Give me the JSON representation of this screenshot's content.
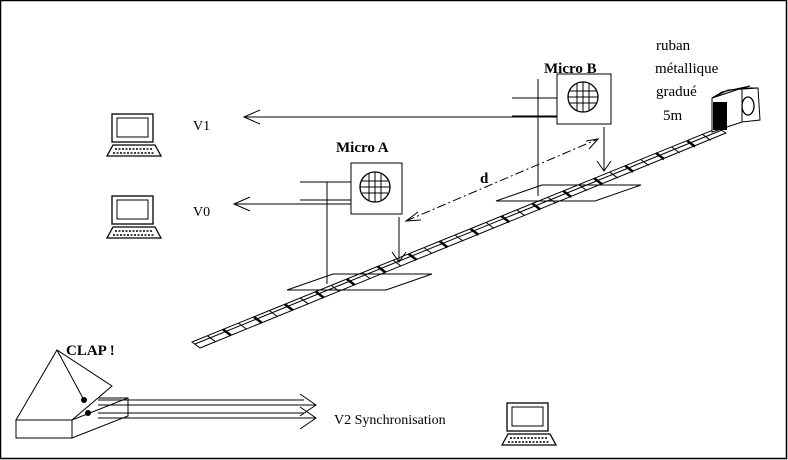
{
  "labels": {
    "micro_a": "Micro A",
    "micro_b": "Micro B",
    "distance": "d",
    "clap": "CLAP !",
    "v0": "V0",
    "v1": "V1",
    "v2": "V2  Synchronisation",
    "tape_line1": "ruban",
    "tape_line2": "métallique",
    "tape_line3": "gradué",
    "tape_line4": "5m"
  },
  "icons": [
    "computer-icon",
    "microphone-icon",
    "tape-measure-icon",
    "clapper-icon"
  ]
}
